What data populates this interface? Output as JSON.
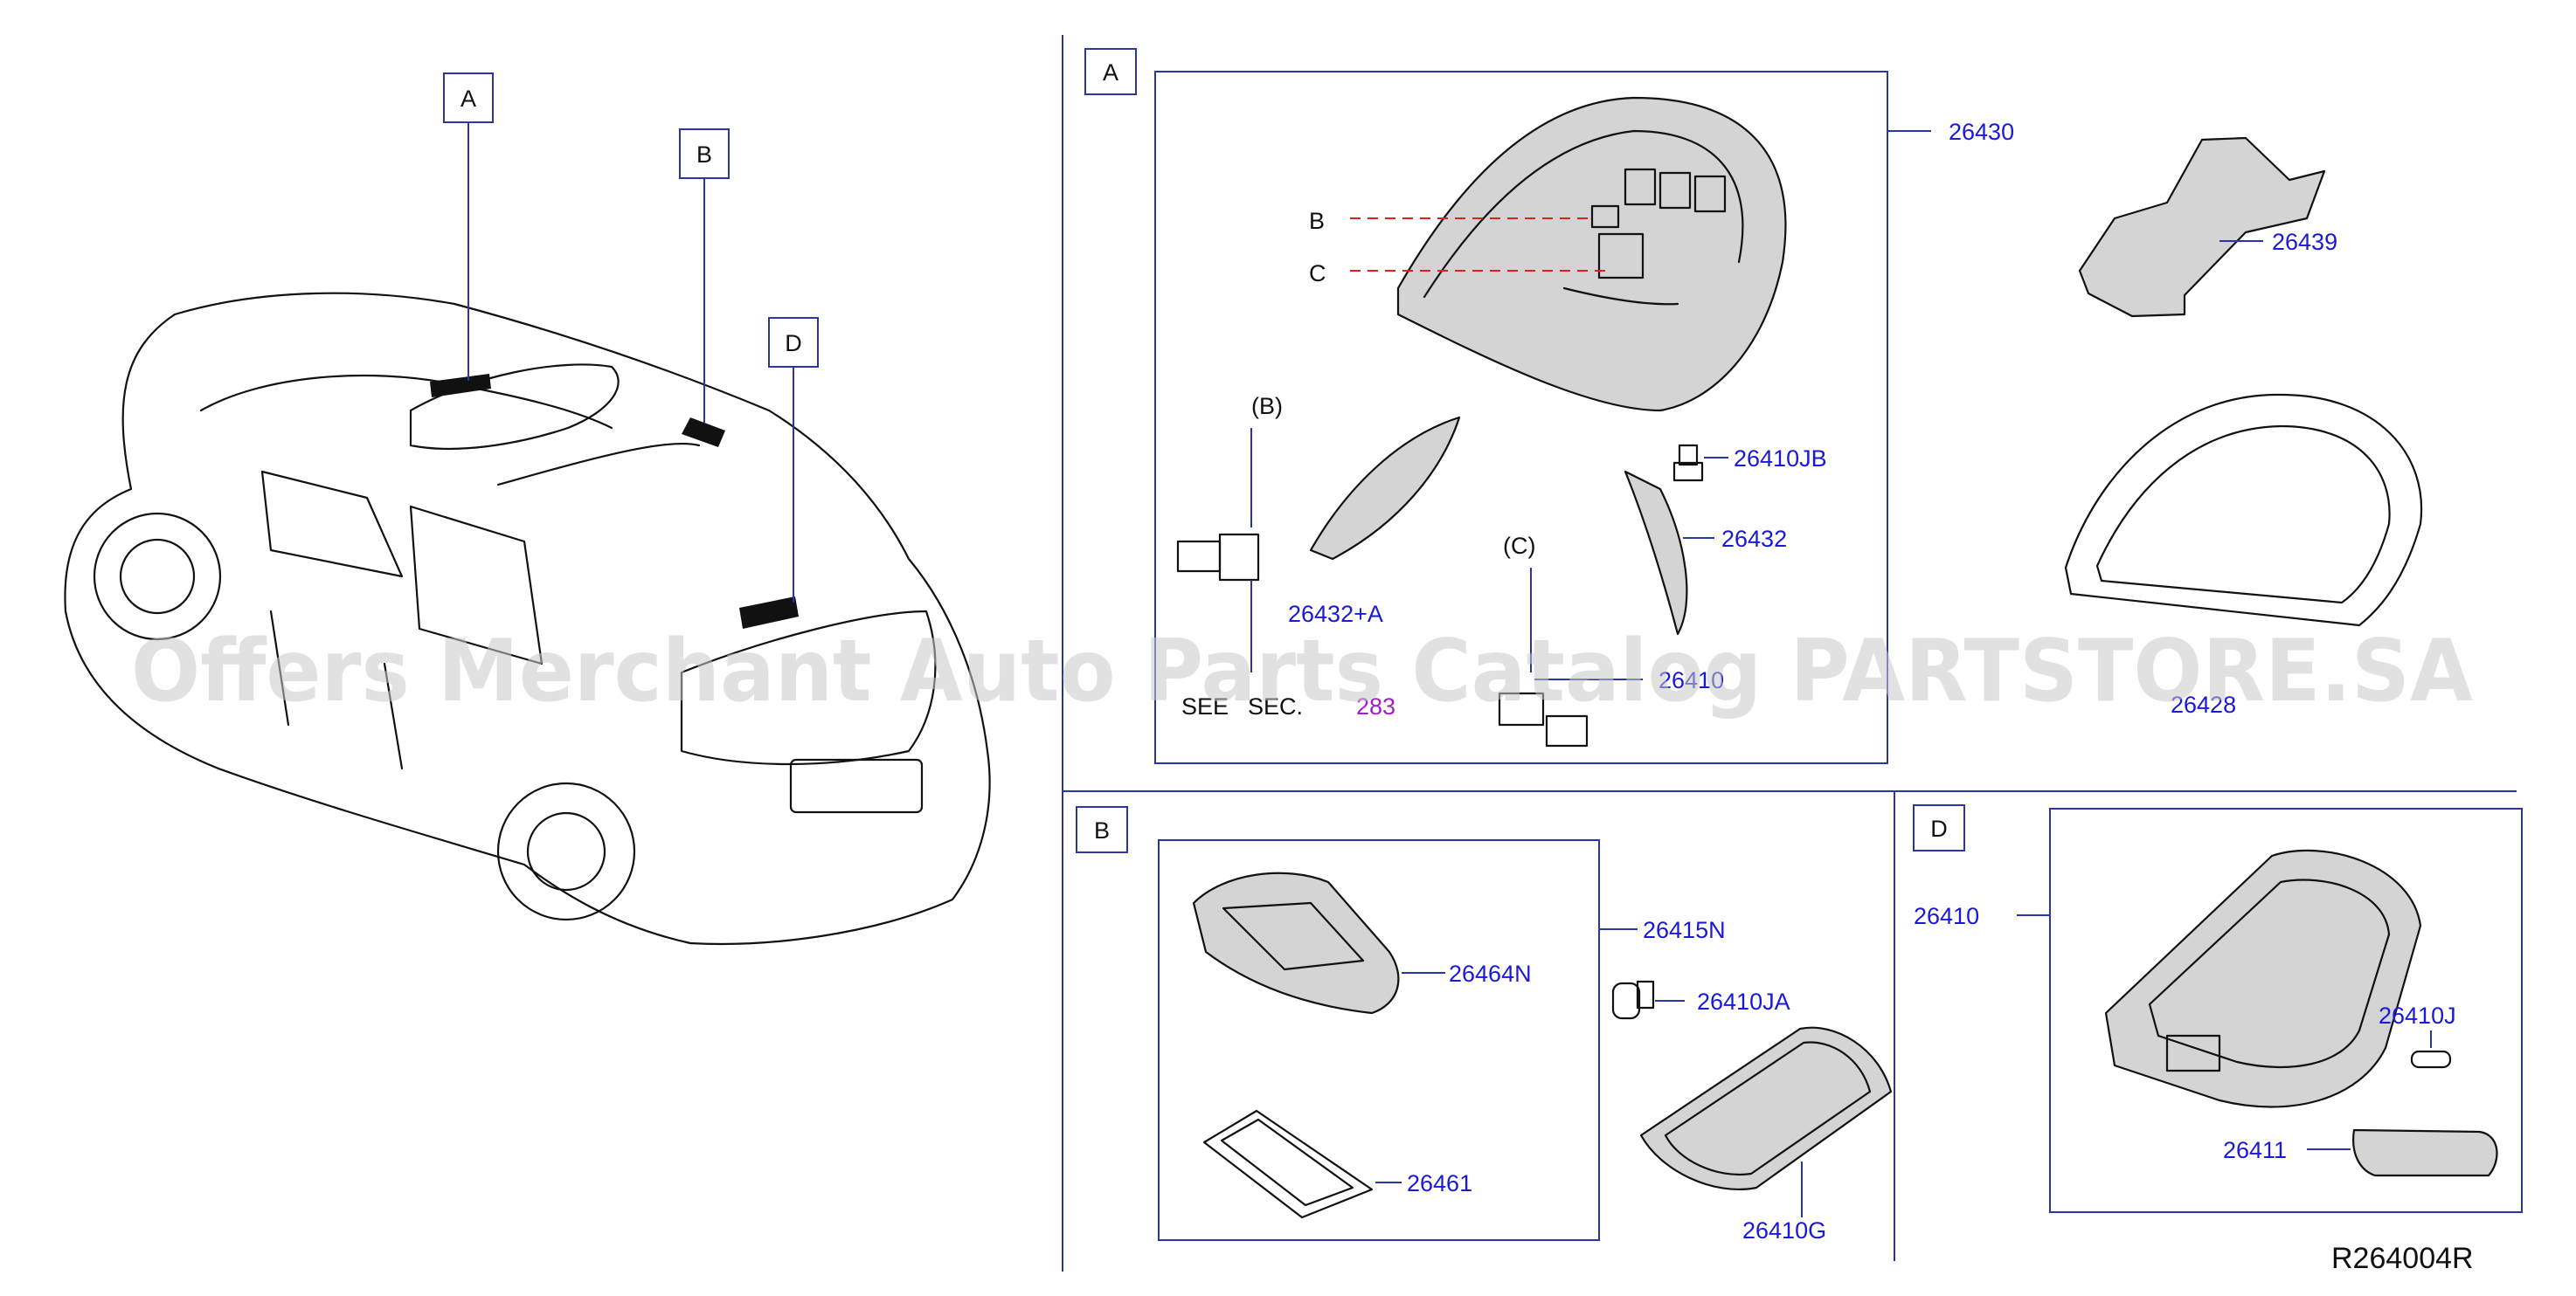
{
  "watermark": "Offers Merchant Auto Parts Catalog PARTSTORE.SA",
  "diagram_ref": "R264004R",
  "vehicle_markers": {
    "a": "A",
    "b": "B",
    "c": "D"
  },
  "sections": {
    "a": {
      "tag": "A"
    },
    "b": {
      "tag": "B"
    },
    "d": {
      "tag": "D"
    }
  },
  "section_a": {
    "p26430": "26430",
    "p26439": "26439",
    "p26410jb": "26410JB",
    "p26432": "26432",
    "p26432a": "26432+A",
    "p2640": "26410",
    "p26428": "26428",
    "callout_b": "B",
    "callout_c": "C",
    "connector_b": "(B)",
    "connector_c": "(C)",
    "see": "SEE",
    "sec": "SEC.",
    "sec_num": "283"
  },
  "section_b": {
    "p26415n": "26415N",
    "p26464n": "26464N",
    "p26410ja": "26410JA",
    "p26461": "26461",
    "p26410g": "26410G"
  },
  "section_d": {
    "p26410": "26410",
    "p26410j": "26410J",
    "p26411": "26411"
  }
}
